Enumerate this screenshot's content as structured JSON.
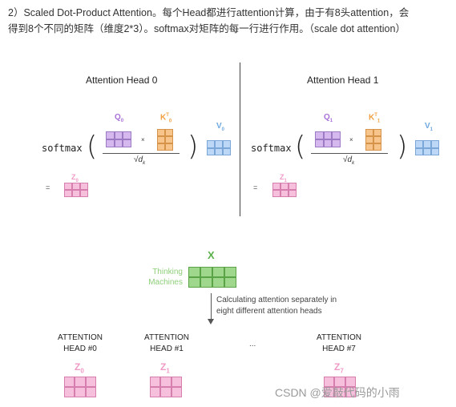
{
  "intro_line1": "2）Scaled Dot-Product Attention。每个Head都进行attention计算，由于有8头attention，会",
  "intro_line2": "得到8个不同的矩阵（维度2*3）。softmax对矩阵的每一行进行作用。（scale dot attention）",
  "heads": [
    {
      "title": "Attention Head 0",
      "q": "Q",
      "q_sub": "0",
      "k": "K",
      "k_sup": "T",
      "k_sub": "0",
      "v": "V",
      "v_sub": "0",
      "z": "Z",
      "z_sub": "0"
    },
    {
      "title": "Attention Head 1",
      "q": "Q",
      "q_sub": "1",
      "k": "K",
      "k_sup": "T",
      "k_sub": "1",
      "v": "V",
      "v_sub": "1",
      "z": "Z",
      "z_sub": "1"
    }
  ],
  "softmax": "softmax",
  "times": "×",
  "equals": "=",
  "sqrt_dk": "√d",
  "sqrt_dk_sub": "k",
  "x_label": "X",
  "thinking": "Thinking",
  "machines": "Machines",
  "arrow_text_line1": "Calculating attention separately in",
  "arrow_text_line2": "eight different attention heads",
  "bottom_heads": [
    {
      "line1": "ATTENTION",
      "line2": "HEAD #0",
      "z": "Z",
      "z_sub": "0"
    },
    {
      "line1": "ATTENTION",
      "line2": "HEAD #1",
      "z": "Z",
      "z_sub": "1"
    },
    {
      "line1": "ATTENTION",
      "line2": "HEAD #7",
      "z": "Z",
      "z_sub": "7"
    }
  ],
  "ellipsis": "...",
  "watermark": "CSDN @爱敲代码的小雨",
  "colors": {
    "q": "#d5b9ee",
    "k": "#f7c48c",
    "v": "#bcd8f6",
    "z": "#f6c0dc",
    "x": "#9fd78d",
    "q_label": "#a96fd8",
    "k_label": "#f0a040",
    "v_label": "#6fa8e0",
    "x_label": "#5bb04a"
  }
}
